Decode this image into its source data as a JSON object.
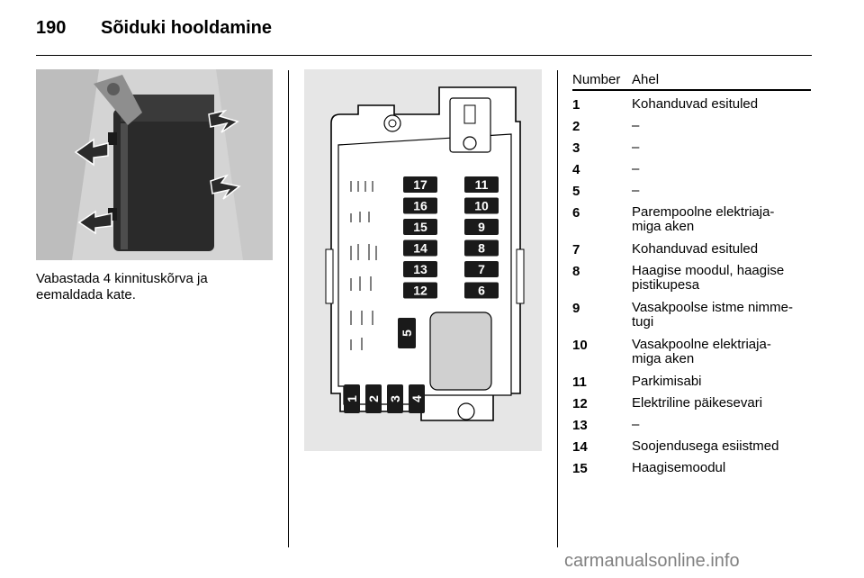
{
  "header": {
    "page_number": "190",
    "title": "Sõiduki hooldamine"
  },
  "left_column": {
    "caption_line1": "Vabastada 4 kinnituskõrva ja",
    "caption_line2": "eemaldada kate."
  },
  "fuse_box": {
    "fuses_right": [
      "11",
      "10",
      "9",
      "8",
      "7",
      "6"
    ],
    "fuses_left": [
      "17",
      "16",
      "15",
      "14",
      "13",
      "12"
    ],
    "fuse_center": "5",
    "fuses_bottom": [
      "1",
      "2",
      "3",
      "4"
    ]
  },
  "fuse_table": {
    "col_number": "Number",
    "col_circuit": "Ahel",
    "rows": [
      {
        "number": "1",
        "line1": "Kohanduvad esituled",
        "line2": ""
      },
      {
        "number": "2",
        "line1": "–",
        "line2": ""
      },
      {
        "number": "3",
        "line1": "–",
        "line2": ""
      },
      {
        "number": "4",
        "line1": "–",
        "line2": ""
      },
      {
        "number": "5",
        "line1": "–",
        "line2": ""
      },
      {
        "number": "6",
        "line1": "Parempoolne elektriaja-",
        "line2": "miga aken"
      },
      {
        "number": "7",
        "line1": "Kohanduvad esituled",
        "line2": ""
      },
      {
        "number": "8",
        "line1": "Haagise moodul, haagise",
        "line2": "pistikupesa"
      },
      {
        "number": "9",
        "line1": "Vasakpoolse istme nimme-",
        "line2": "tugi"
      },
      {
        "number": "10",
        "line1": "Vasakpoolne elektriaja-",
        "line2": "miga aken"
      },
      {
        "number": "11",
        "line1": "Parkimisabi",
        "line2": ""
      },
      {
        "number": "12",
        "line1": "Elektriline päikesevari",
        "line2": ""
      },
      {
        "number": "13",
        "line1": "–",
        "line2": ""
      },
      {
        "number": "14",
        "line1": "Soojendusega esiistmed",
        "line2": ""
      },
      {
        "number": "15",
        "line1": "Haagisemoodul",
        "line2": ""
      }
    ]
  },
  "watermark": "carmanualsonline.info"
}
